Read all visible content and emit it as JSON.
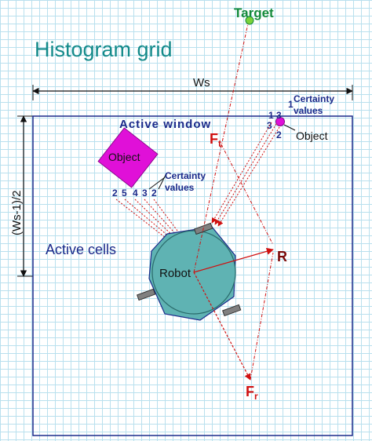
{
  "title": "Histogram grid",
  "target_label": "Target",
  "window_width_label": "Ws",
  "window_half_label": "(Ws-1)/2",
  "active_window_label": "Active window",
  "active_cells_label": "Active cells",
  "robot_label": "Robot",
  "object_left_label": "Object",
  "object_right_label": "Object",
  "certainty_label_left": [
    "Certainty",
    "values"
  ],
  "certainty_label_right": [
    "Certainty",
    "values"
  ],
  "certainty_numbers_left": [
    "2",
    "5",
    "4",
    "3",
    "2"
  ],
  "certainty_numbers_right": [
    "1",
    "3",
    "1",
    "3",
    "2"
  ],
  "force_target_label": "F",
  "force_target_sub": "t",
  "force_repulsive_label": "F",
  "force_repulsive_sub": "r",
  "resultant_label": "R",
  "colors": {
    "grid": "#b9e0ee",
    "title": "#138a8a",
    "window_border": "#1b2a8a",
    "object_fill": "#e010d8",
    "robot_fill": "#5fb3b3",
    "force": "#d01010",
    "target": "#138a3a"
  }
}
